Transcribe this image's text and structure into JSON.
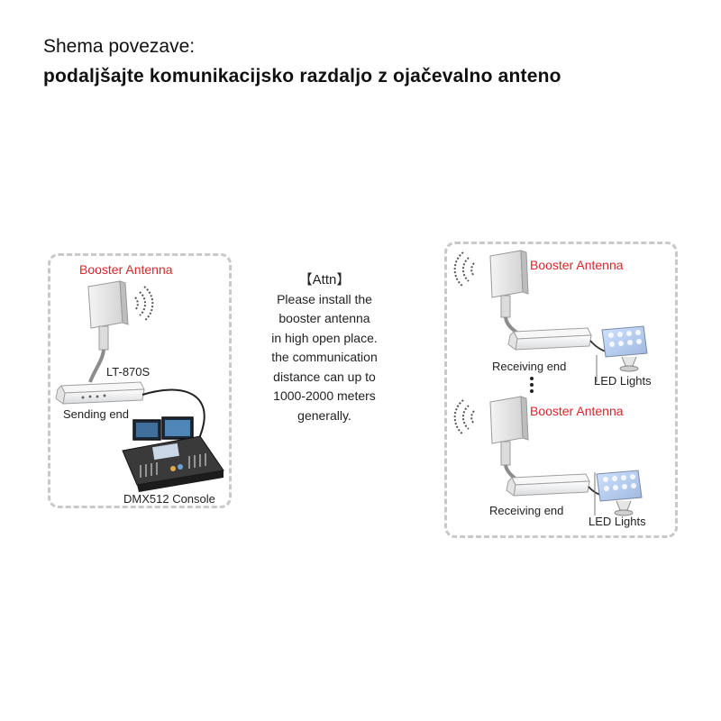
{
  "heading": {
    "line1": "Shema povezave:",
    "line2": "podaljšajte komunikacijsko razdaljo z ojačevalno anteno"
  },
  "left_panel": {
    "booster_label": "Booster Antenna",
    "model_label": "LT-870S",
    "sending_label": "Sending end",
    "console_label": "DMX512 Console"
  },
  "attn": {
    "title": "【Attn】",
    "lines": [
      "Please install the",
      "booster antenna",
      "in high open place.",
      "the communication",
      "distance can up to",
      "1000-2000 meters",
      "generally."
    ]
  },
  "right_panel": {
    "top": {
      "booster_label": "Booster Antenna",
      "receiving_label": "Receiving end",
      "led_label": "LED Lights"
    },
    "bottom": {
      "booster_label": "Booster Antenna",
      "receiving_label": "Receiving end",
      "led_label": "LED Lights"
    }
  },
  "colors": {
    "accent_red": "#d9262b",
    "dashed_border": "#c9c9c9"
  }
}
